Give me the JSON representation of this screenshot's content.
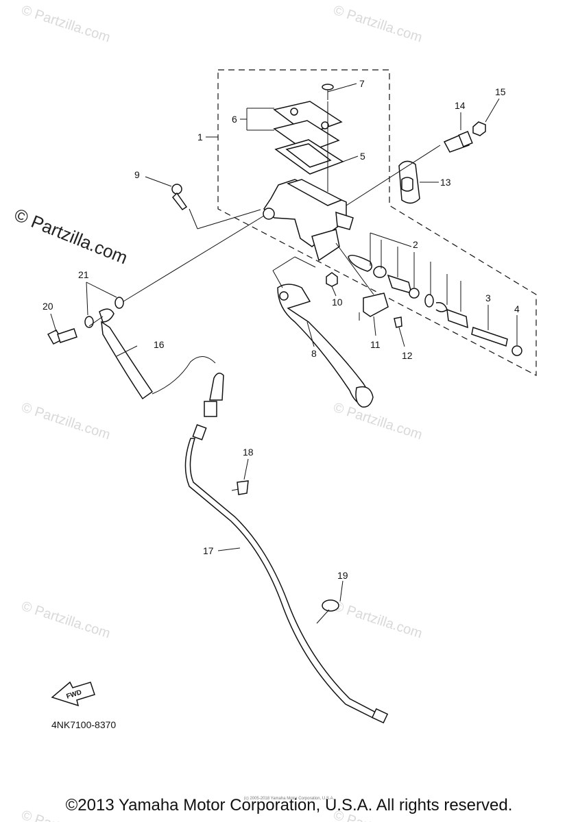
{
  "watermarks": [
    "© Partzilla.com",
    "© Partzilla.com",
    "© Partzilla.com",
    "© Partzilla.com",
    "© Partzilla.com",
    "© Partzilla.com",
    "© Partzilla.com",
    "© Partzilla.com"
  ],
  "side_watermark": "© Partzilla.com",
  "callouts": [
    "1",
    "2",
    "3",
    "4",
    "5",
    "6",
    "7",
    "8",
    "9",
    "10",
    "11",
    "12",
    "13",
    "14",
    "15",
    "16",
    "17",
    "18",
    "19",
    "20",
    "21"
  ],
  "fwd_label": "FWD",
  "diagram_code": "4NK7100-8370",
  "tiny_copyright": "(c) 2005-2018 Yamaha Motor Corporation, U.S.A.",
  "copyright": "©2013 Yamaha Motor Corporation, U.S.A. All rights reserved."
}
